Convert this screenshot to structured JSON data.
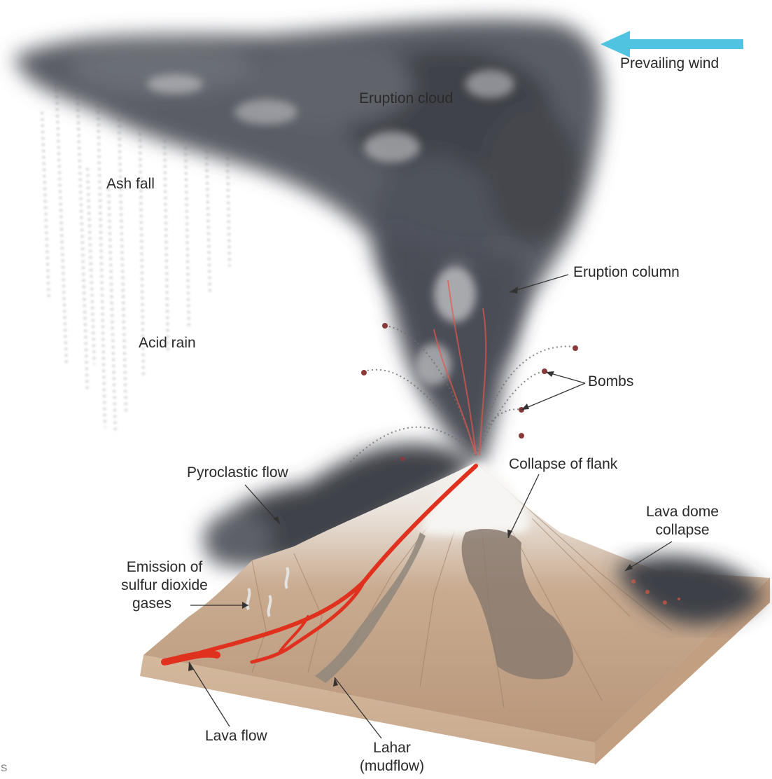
{
  "labels": {
    "prevailing_wind": "Prevailing wind",
    "eruption_cloud": "Eruption cloud",
    "ash_fall": "Ash fall",
    "acid_rain": "Acid rain",
    "eruption_column": "Eruption column",
    "bombs": "Bombs",
    "pyroclastic_flow": "Pyroclastic flow",
    "collapse_of_flank": "Collapse of flank",
    "lava_dome_collapse": [
      "Lava dome",
      "collapse"
    ],
    "emission_sulfur_dioxide": [
      "Emission of",
      "sulfur dioxide",
      "gases"
    ],
    "lava_flow": "Lava flow",
    "lahar": [
      "Lahar",
      "(mudflow)"
    ],
    "edge_letter": "S"
  },
  "colors": {
    "wind_arrow": "#4fc3e0",
    "ash_cloud": "#4a4d55",
    "lava": "#e0301e",
    "ground_top": "#c9ab90",
    "ground_side": "#d7bba0",
    "snow": "#f2f2f0",
    "label_text": "#2a2a2a"
  }
}
